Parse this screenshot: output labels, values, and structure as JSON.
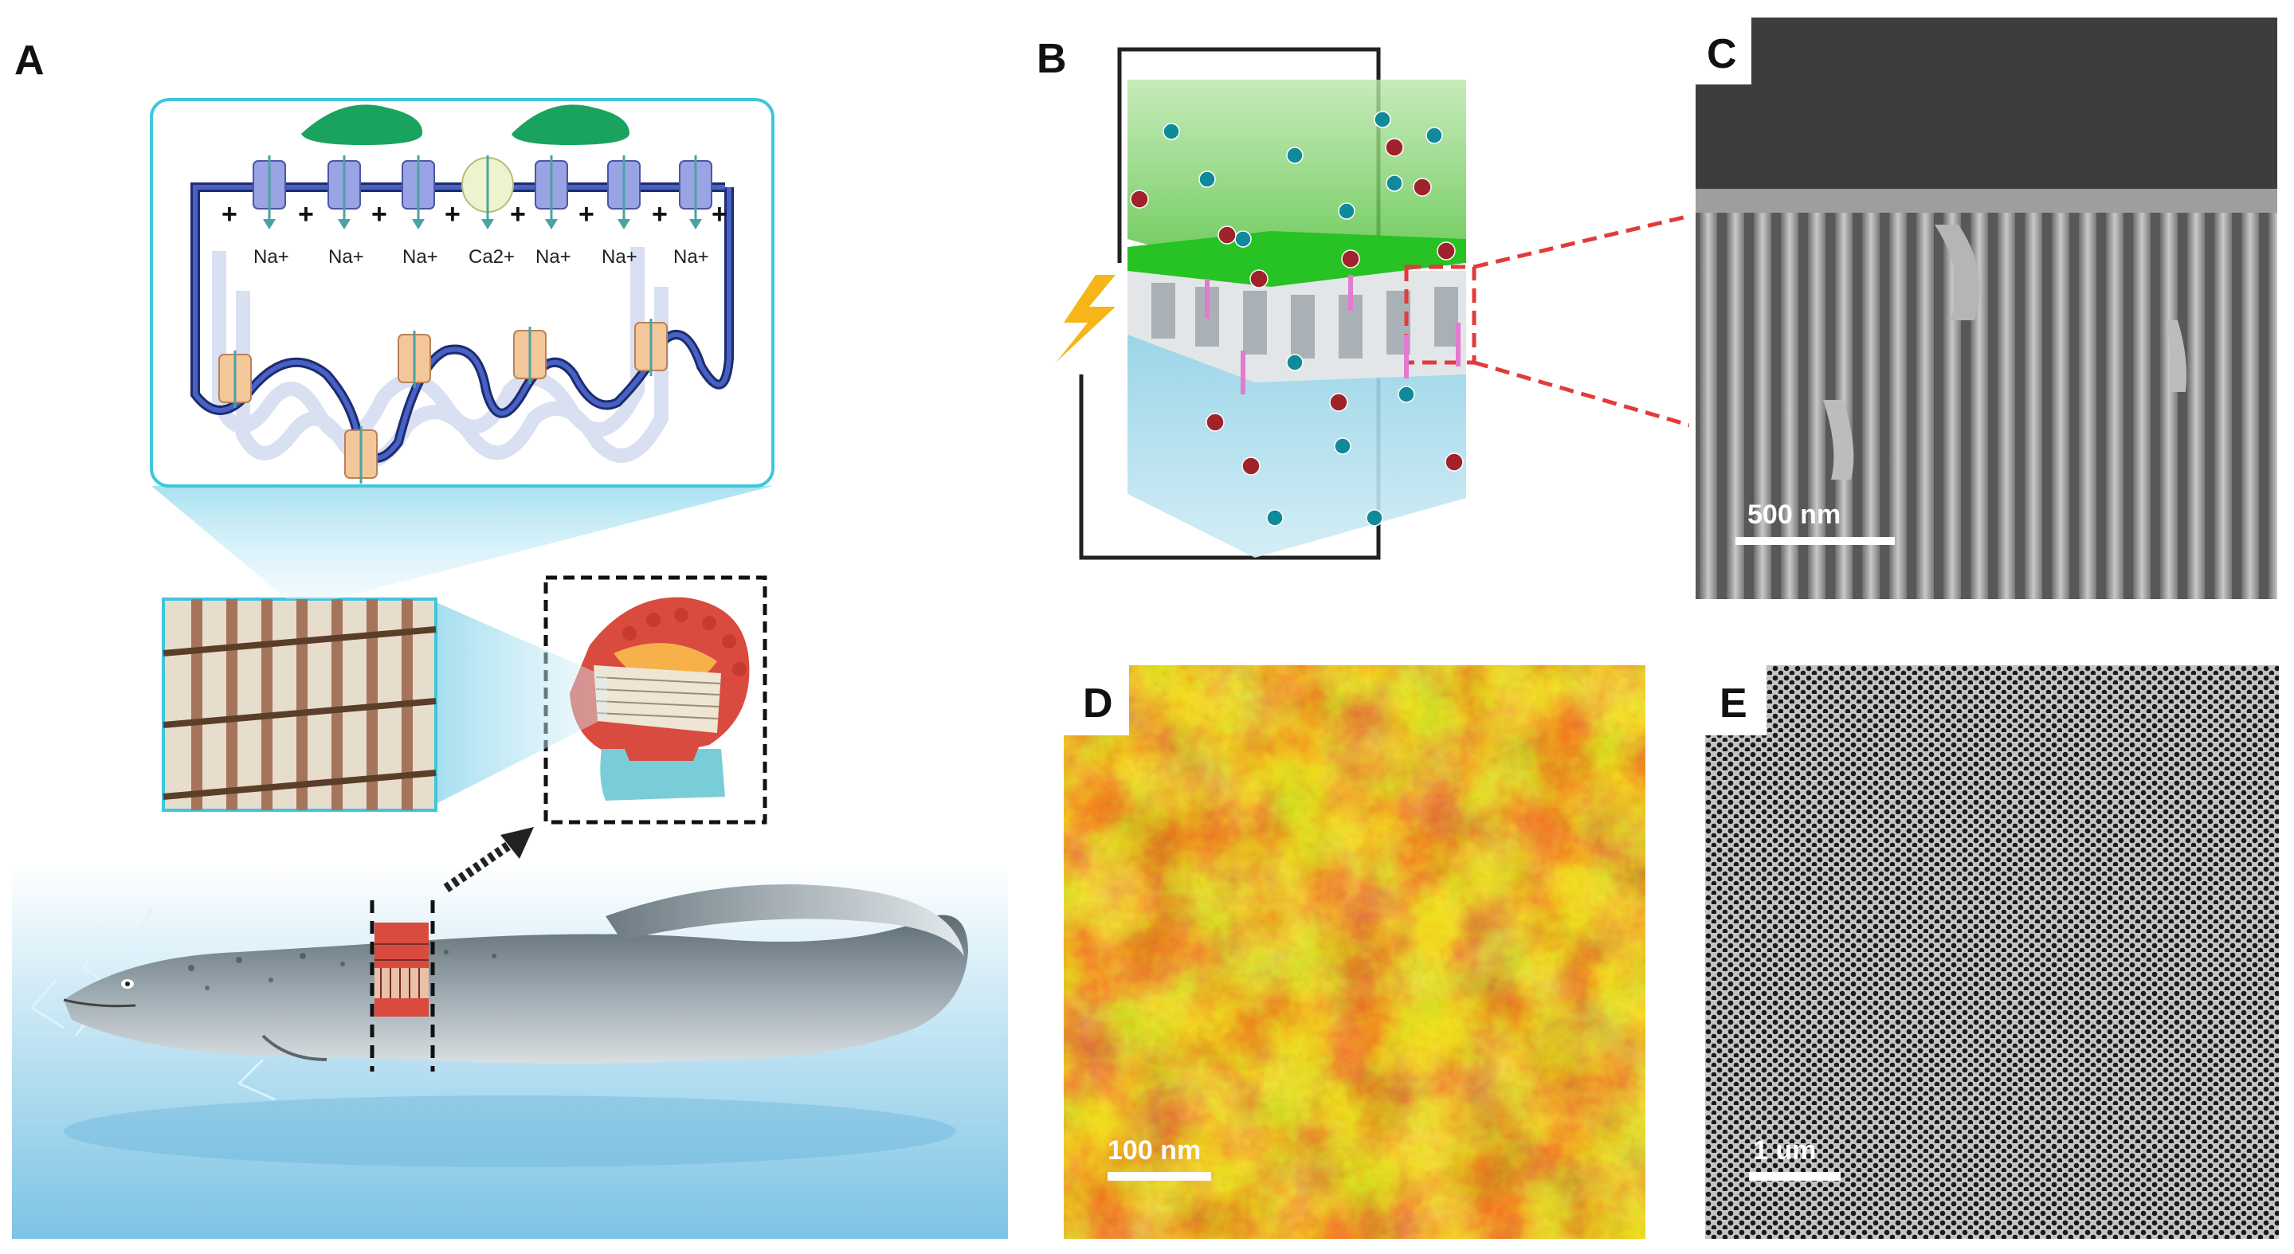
{
  "figure": {
    "panels": {
      "a": {
        "letter": "A",
        "ions": [
          "Na+",
          "Na+",
          "Na+",
          "Ca2+",
          "Na+",
          "Na+",
          "Na+"
        ]
      },
      "b": {
        "letter": "B"
      },
      "c": {
        "letter": "C",
        "scale_bar": "500 nm"
      },
      "d": {
        "letter": "D",
        "scale_bar": "100 nm"
      },
      "e": {
        "letter": "E",
        "scale_bar": "1 um"
      }
    }
  }
}
